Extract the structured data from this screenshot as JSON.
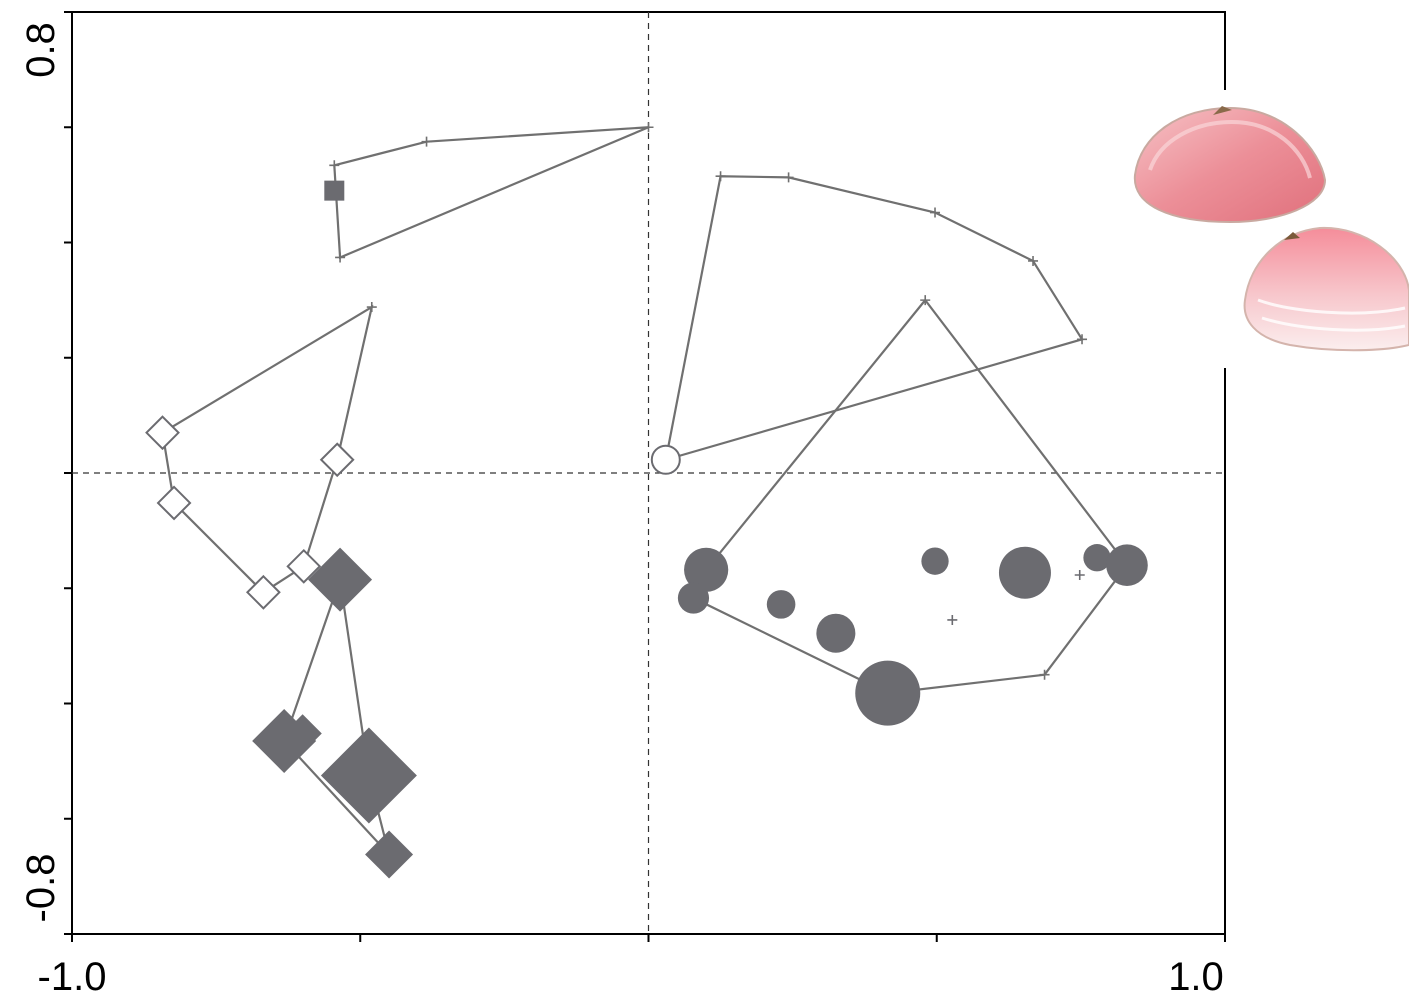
{
  "chart_data": {
    "type": "scatter",
    "xlim": [
      -1.0,
      1.0
    ],
    "ylim": [
      -0.8,
      0.8
    ],
    "x_tick_labels": [
      "-1.0",
      "1.0"
    ],
    "y_tick_labels": [
      "0.8",
      "-0.8"
    ],
    "reference_lines": {
      "x": 0,
      "y": 0,
      "style": "dashed"
    },
    "grid": false,
    "legend": "none",
    "colors": {
      "marker": "#6b6b70",
      "line": "#707070",
      "axis": "#000000"
    },
    "series": [
      {
        "marker": "filled-square",
        "points": [
          {
            "x": -0.545,
            "y": 0.49,
            "size": 1
          }
        ]
      },
      {
        "marker": "open-diamond",
        "points": [
          {
            "x": -0.843,
            "y": 0.07,
            "size": 1
          },
          {
            "x": -0.823,
            "y": -0.052,
            "size": 1
          },
          {
            "x": -0.668,
            "y": -0.207,
            "size": 1
          },
          {
            "x": -0.598,
            "y": -0.162,
            "size": 1
          },
          {
            "x": -0.54,
            "y": 0.023,
            "size": 1
          }
        ]
      },
      {
        "marker": "filled-diamond",
        "points": [
          {
            "x": -0.535,
            "y": -0.185,
            "size": 2
          },
          {
            "x": -0.632,
            "y": -0.465,
            "size": 2
          },
          {
            "x": -0.6,
            "y": -0.452,
            "size": 1.2
          },
          {
            "x": -0.485,
            "y": -0.525,
            "size": 3
          },
          {
            "x": -0.45,
            "y": -0.662,
            "size": 1.5
          }
        ]
      },
      {
        "marker": "open-circle",
        "points": [
          {
            "x": 0.03,
            "y": 0.023,
            "size": 1
          }
        ]
      },
      {
        "marker": "filled-circle",
        "points": [
          {
            "x": 0.1,
            "y": -0.168,
            "size": 1.7
          },
          {
            "x": 0.078,
            "y": -0.217,
            "size": 1.2
          },
          {
            "x": 0.23,
            "y": -0.228,
            "size": 1.1
          },
          {
            "x": 0.325,
            "y": -0.278,
            "size": 1.5
          },
          {
            "x": 0.415,
            "y": -0.382,
            "size": 2.5
          },
          {
            "x": 0.497,
            "y": -0.153,
            "size": 1.05
          },
          {
            "x": 0.653,
            "y": -0.173,
            "size": 2.0
          },
          {
            "x": 0.778,
            "y": -0.147,
            "size": 1.05
          },
          {
            "x": 0.83,
            "y": -0.16,
            "size": 1.6
          }
        ]
      },
      {
        "marker": "cross",
        "points": [
          {
            "x": 0.527,
            "y": -0.255,
            "size": 1
          },
          {
            "x": 0.748,
            "y": -0.177,
            "size": 1
          }
        ]
      }
    ],
    "polygons": [
      [
        [
          -0.545,
          0.534
        ],
        [
          -0.385,
          0.575
        ],
        [
          0.0,
          0.6
        ],
        [
          -0.535,
          0.374
        ]
      ],
      [
        [
          -0.48,
          0.288
        ],
        [
          -0.843,
          0.07
        ],
        [
          -0.823,
          -0.052
        ],
        [
          -0.668,
          -0.207
        ],
        [
          -0.598,
          -0.162
        ],
        [
          -0.54,
          0.023
        ]
      ],
      [
        [
          -0.535,
          -0.185
        ],
        [
          -0.632,
          -0.465
        ],
        [
          -0.45,
          -0.662
        ],
        [
          -0.485,
          -0.525
        ]
      ],
      [
        [
          0.03,
          0.023
        ],
        [
          0.125,
          0.515
        ],
        [
          0.243,
          0.513
        ],
        [
          0.497,
          0.452
        ],
        [
          0.667,
          0.368
        ],
        [
          0.752,
          0.232
        ]
      ],
      [
        [
          0.48,
          0.3
        ],
        [
          0.1,
          -0.168
        ],
        [
          0.078,
          -0.217
        ],
        [
          0.415,
          -0.382
        ],
        [
          0.687,
          -0.35
        ],
        [
          0.83,
          -0.16
        ]
      ]
    ]
  },
  "inset_image": {
    "subject": "pink bivalve shells (two valves)"
  }
}
